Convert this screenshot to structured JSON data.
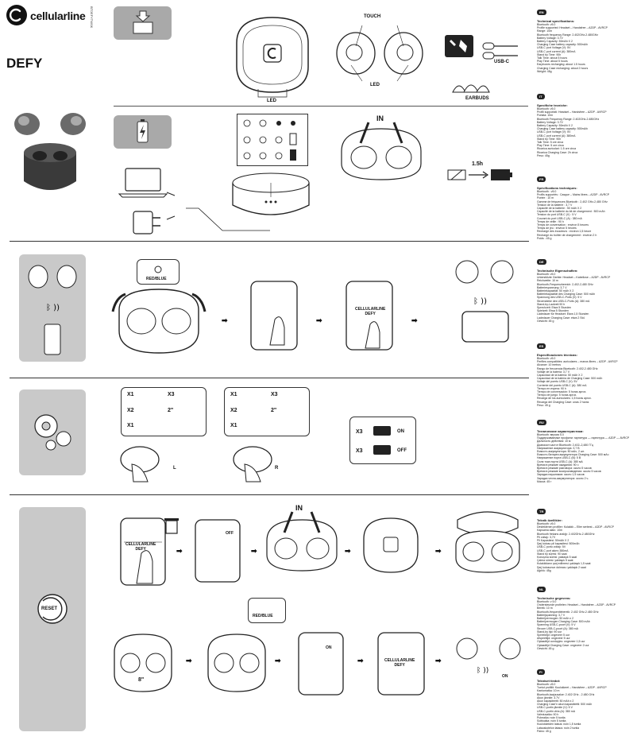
{
  "brand": {
    "name": "cellularline",
    "product": "DEFY",
    "code": "BTDEFYTWSK"
  },
  "labels": {
    "touch": "TOUCH",
    "led_top": "LED",
    "led_case": "LED",
    "usb_c": "USB-C",
    "earbuds": "EARBUDS",
    "in_1": "IN",
    "charge_time": "1.5h",
    "red_blue_1": "RED/BLUE",
    "cellularline_defy_1": "CELLULARLINE\nDEFY",
    "x1_l1": "X1",
    "x3_l1": "X3",
    "x2_l1": "X2",
    "two_sec_l": "2\"",
    "x1_l2": "X1",
    "side_l": "L",
    "x1_r1": "X1",
    "x3_r1": "X3",
    "x2_r1": "X2",
    "two_sec_r": "2\"",
    "x1_r2": "X1",
    "side_r": "R",
    "x3_on": "X3",
    "on": "ON",
    "x3_off": "X3",
    "off": "OFF",
    "reset": "RESET",
    "in_2": "IN",
    "cellularline_defy_2": "CELLULARLINE\nDEFY",
    "off_small": "OFF",
    "eight_sec": "8\"",
    "red_blue_2": "RED/BLUE",
    "on_small_1": "ON",
    "cellularline_defy_3": "CELLULARLINE\nDEFY",
    "on_small_2": "ON"
  },
  "specs": [
    {
      "lang": "EN",
      "title": "Technical specifications:",
      "lines": [
        "Bluetooth: v5.0",
        "Profile supported: Headset – Handsfree – A2DP - AVRCP",
        "Range: 10m",
        "Bluetooth frequency Range: 2.402GHz-2.480GHz",
        "Battery Voltage: 3.7V",
        "Battery Capacity: 50mAh X 2",
        "Charging Case battery capacity: 500mAh",
        "USB-C port Voltage (V): 5V",
        "USB-C port current (A): 380mA",
        "Stand by Time: 90h",
        "Talk Time: about 5 hours",
        "Play Time: about 5 hours",
        "Earphones recharging: about 1.5 hours",
        "Charging Case recharging: about 2 hours",
        "Weight: 45g"
      ]
    },
    {
      "lang": "IT",
      "title": "Specifiche tecniche:",
      "lines": [
        "Bluetooth: v5.0",
        "Profili supportati: Headset – Handsfree – A2DP - AVRCP",
        "Portata: 10m",
        "Bluetooth Frequency Range: 2.402GHz-2.480GHz",
        "Battery Voltage: 3.7V",
        "Battery Capacity: 50mAh X 2",
        "Charging Case battery capacity: 500mAh",
        "USB-C port Voltage (V): 5V",
        "USB-C port current (A): 380mA",
        "Stand by Time: 90h",
        "Talk Time: 5 ore circa",
        "Play Time: 5 ore circa",
        "Ricarica auricolari: 1.5 ore circa",
        "Ricarica Charging Case: 2h circa",
        "Peso: 45g"
      ]
    },
    {
      "lang": "FR",
      "title": "Spécifications techniques:",
      "lines": [
        "Bluetooth : v5.0",
        "Profils supportés : Casque – Mains libres – A2DP - AVRCP",
        "Portée : 10 m",
        "Gamme de fréquences Bluetooth : 2,402 GHz-2,480 GHz",
        "Tension de la batterie : 3,7 V",
        "Capacité de la batterie : 50 mAh X 2",
        "Capacité de la batterie du kit de chargement : 500 mAh",
        "Tension du port USB-C (V) : 5 V",
        "Courant du port USB-C (A) : 380 mA",
        "Temps de veille : 90 h",
        "Temps de conversation : environ 5 heures",
        "Temps de jeu : environ 5 heures",
        "Recharge des écouteurs : environ 1,5 heure",
        "Recharge du boîtier de chargement : environ 2 h",
        "Poids : 45 g"
      ]
    },
    {
      "lang": "DE",
      "title": "Technische Eigenschaften:",
      "lines": [
        "Bluetooth: v5.0",
        "Unterstützte Geräte: Headset – Kabellose – A2DP - AVRCP",
        "Reichweite: 10 m",
        "Bluetooth-Frequenzbereich: 2,402-2,480 GHz",
        "Batteriespannung: 3,7 V",
        "Batteriekapazität: 50 mAh X 2",
        "Batteriekapazität des Charging Case: 500 mAh",
        "Spannung des USB-C-Ports (V): 5 V",
        "Stromstärke des USB-C-Ports (A): 380 mA",
        "Stand-by-Laufzeit 90 h",
        "Sprechzeit: Etwa 5 Stunden",
        "Spielzeit: Etwa 5 Stunden",
        "Ladedauer für Headset: Etwa 1,5 Stunden",
        "Ladedauer Charging Case: etwa 2 Std.",
        "Gewicht: 45 g"
      ]
    },
    {
      "lang": "ES",
      "title": "Especificaciones técnicas:",
      "lines": [
        "Bluetooth: v5.0",
        "Perfiles compatibles: auriculares – manos libres – A2DP - AVRCP",
        "Alcance: 10 metros",
        "Rango de frecuencia Bluetooth: 2.402-2.480 GHz",
        "Voltaje de la batería: 3,7 V",
        "Capacidad de la batería: 50 mAh X 2",
        "Capacidad de la batería de Charging Case: 500 mAh",
        "Voltaje del puerto USB-C (V): 5V",
        "Corriente del puerto USB-C (A): 380 mA",
        "Tiempo en espera: 90 h",
        "Tiempo de conversación: 5 horas aprox.",
        "Tiempo de juego: 5 horas aprox.",
        "Recarga de los auriculares: 1,5 horas aprox.",
        "Recarga del Charging Case: unas 2 horas",
        "Peso: 45 g"
      ]
    },
    {
      "lang": "RU",
      "title": "Технические характеристики:",
      "lines": [
        "Bluetooth: версия 5.0",
        "Поддерживаемые профили: гарнитура — гарнитура — A2DP — AVRCP",
        "Дальность действия: 10 м",
        "Диапазон частот Bluetooth: 2,402–2,480 ГГц",
        "Напряжение аккумулятора: 3,7 В",
        "Емкость аккумулятора: 50 мАч, 2 шт.",
        "Емкость батареи аккумулятора Charging Case: 500 мАч",
        "Напряжение порта USB-C (В): 5 В",
        "Сила тока порта USB-C (А): 380 мА",
        "Время в режиме ожидания: 90 ч",
        "Время в режиме разговора: около 5 часов",
        "Время в режиме воспроизведения: около 5 часов",
        "Зарядка наушников: около 1,5 часов",
        "Зарядка чехла-аккумулятора: около 2 ч.",
        "Масса: 45 г"
      ]
    },
    {
      "lang": "TR",
      "title": "Teknik özellikler:",
      "lines": [
        "Bluetooth: v5.0",
        "Desteklenen profiller: Kulaklık – Eller serbest – A2DP - AVRCP",
        "Kapsama alanı: 10m",
        "Bluetooth frekans aralığı: 2.402GHz-2.480GHz",
        "Pil voltajı: 3,7V",
        "Pil Kapasitesi: 50mAh X 2",
        "Şarj kutusu pil kapasitesi: 500mAh",
        "USB-C portu voltajı: 5V",
        "USB-C port akımı 380mA",
        "Stand by süresi: 90 saat",
        "Konuşma süresi: yaklaşık 5 saat",
        "Çalma süresi: yaklaşık 5 saat",
        "Kulaklıkların şarj edilmesi: yaklaşık 1,5 saat",
        "Şarj kutusunun dolması: yaklaşık 2 saat",
        "Ağırlık: 45g"
      ]
    },
    {
      "lang": "NL",
      "title": "Technische gegevens:",
      "lines": [
        "Bluetooth: v 5.0",
        "Ondersteunde profielen: Headset – Handsfree – A2DP - AVRCP",
        "Bereik: 10 m",
        "Bluetooth-frequentiebereik: 2.402 GHz-2.480 GHz",
        "Batterijspanning: 3,7 V",
        "Batterijvermogen: 50 mAh x 2",
        "Batterijvermogen Charging Case: 500 mAh",
        "Spanning USB-C-poort (V): 5 V",
        "Stroom USB-C-poort (A): 380 mA",
        "Stand-by tijd: 90 uur",
        "Spreektijd: ongeveer 5 uur",
        "Afspeeltijd: ongeveer 5 uur",
        "Oplaadtijd oordopjes: ongeveer 1,5 uur",
        "Oplaadtijd Charging Case: ongeveer 2 uur",
        "Gewicht: 45 g"
      ]
    },
    {
      "lang": "FI",
      "title": "Tekniset tiedot:",
      "lines": [
        "Bluetooth: v5.0",
        "Tuetut profiilit: Kuulokkeet – Handsfree – A2DP - AVRCP",
        "Kantomatka: 10 m",
        "Bluetooth-taajuusalue: 2.402 GHz - 2.480 GHz",
        "Akun jännite: 3.7V",
        "Akun kapasiteetti: 50 mAh x 2",
        "Charging Case'n akun kapasiteetti: 500 mAh",
        "USB-C-portin jännite (V): 5 V",
        "USB-C-portin virta (A): 380 mA",
        "Valmiusaika: 90 h",
        "Puheaika: noin 5 tuntia",
        "Soittoaika: noin 5 tuntia",
        "Kuulokkeiden lataus: noin 1,5 tuntia",
        "Latauskotelon lataus: noin 2 tuntia",
        "Paino: 45 g"
      ]
    }
  ]
}
